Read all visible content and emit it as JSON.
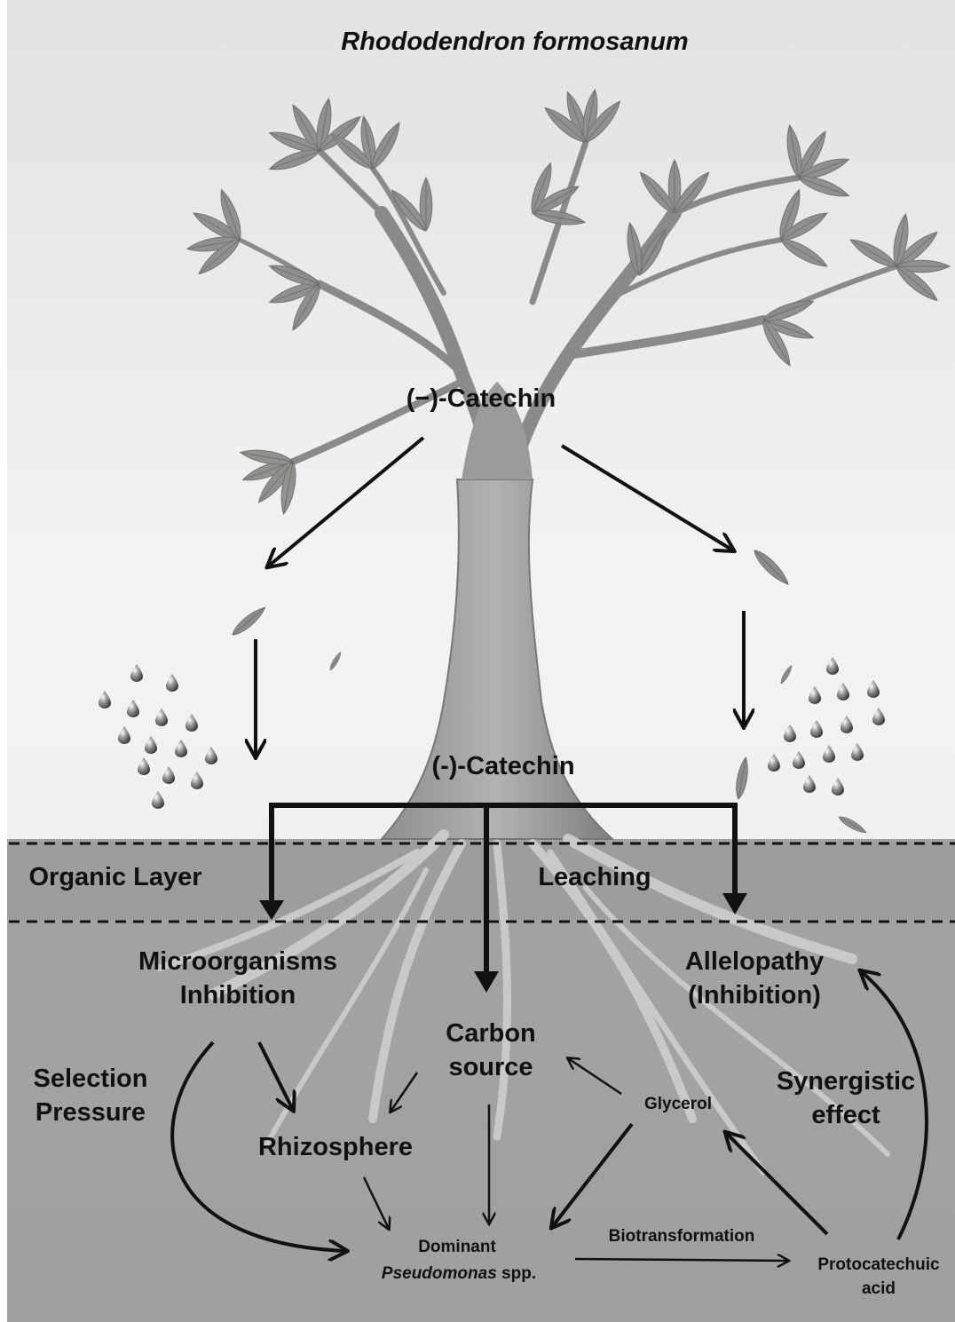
{
  "title": "Rhododendron formosanum",
  "compound_top": "(−)-Catechin",
  "compound_mid": "(-)-Catechin",
  "layers": {
    "organic": "Organic Layer",
    "leaching": "Leaching"
  },
  "effects": {
    "micro_line1": "Microorganisms",
    "micro_line2": "Inhibition",
    "allelo_line1": "Allelopathy",
    "allelo_line2": "(Inhibition)",
    "carbon_line1": "Carbon",
    "carbon_line2": "source",
    "selection_line1": "Selection",
    "selection_line2": "Pressure",
    "rhizosphere": "Rhizosphere",
    "glycerol": "Glycerol",
    "synergy_line1": "Synergistic",
    "synergy_line2": "effect",
    "dominant": "Dominant",
    "pseudomonas_genus": "Pseudomonas",
    "pseudomonas_spp": " spp.",
    "biotransformation": "Biotransformation",
    "pca_line1": "Protocatechuic",
    "pca_line2": "acid"
  },
  "colors": {
    "sky": "#f1f1ef",
    "soil": "#a9a9a7",
    "organic": "#989897",
    "ink": "#111111"
  }
}
